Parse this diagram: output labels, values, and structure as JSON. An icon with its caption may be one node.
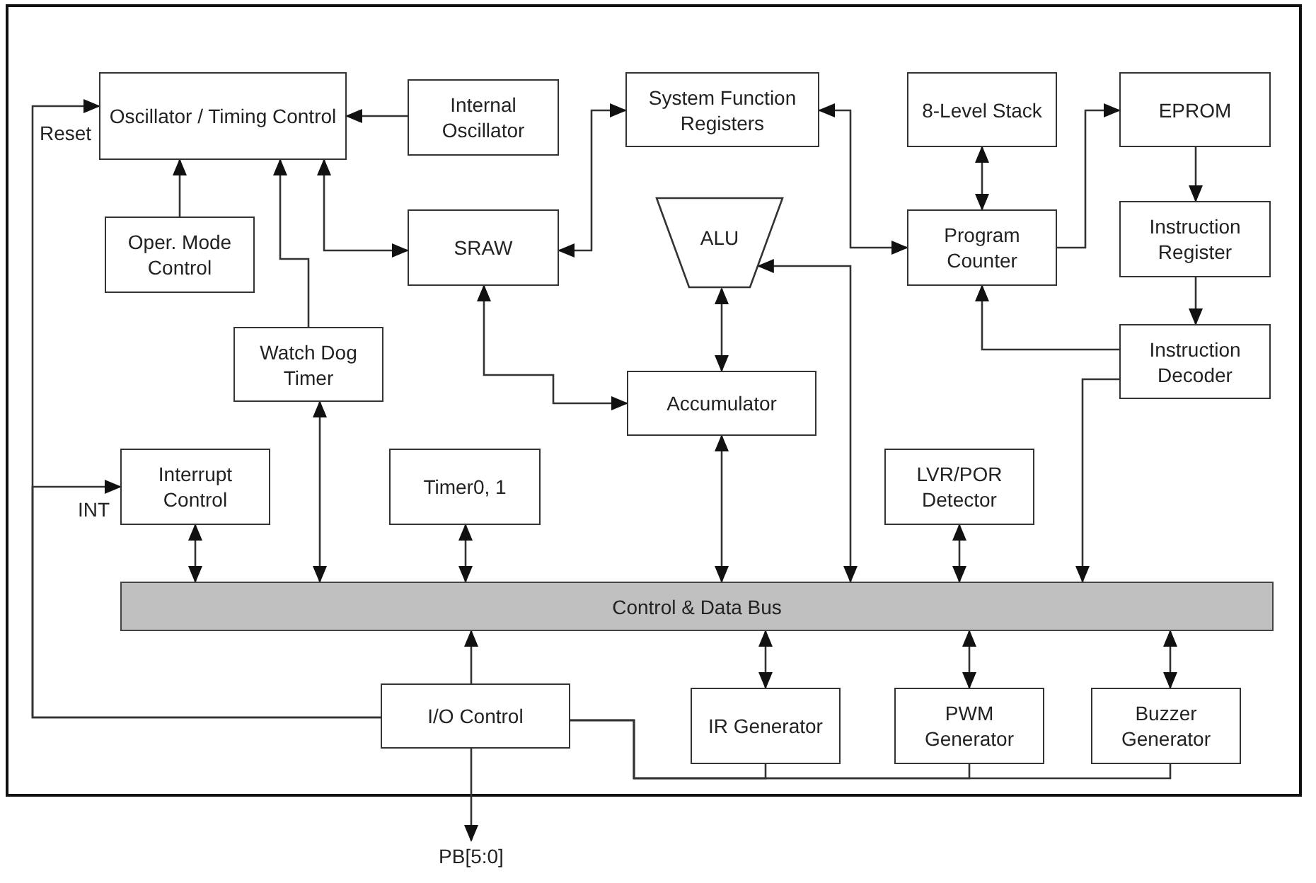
{
  "diagram": {
    "nodes": [
      {
        "text": [
          "Oscillator / Timing Control"
        ]
      },
      {
        "text": [
          "Internal Oscillator"
        ]
      },
      {
        "text": [
          "System Function Registers"
        ]
      },
      {
        "text": [
          "8-Level Stack"
        ]
      },
      {
        "text": [
          "EPROM"
        ]
      },
      {
        "text": [
          "Oper. Mode Control"
        ]
      },
      {
        "text": [
          "SRAW"
        ]
      },
      {
        "text": [
          "ALU"
        ]
      },
      {
        "text": [
          "Program Counter"
        ]
      },
      {
        "text": [
          "Instruction Register"
        ]
      },
      {
        "text": [
          "Watch Dog Timer"
        ]
      },
      {
        "text": [
          "Accumulator"
        ]
      },
      {
        "text": [
          "Instruction Decoder"
        ]
      },
      {
        "text": [
          "Interrupt Control"
        ]
      },
      {
        "text": [
          "Timer0, 1"
        ]
      },
      {
        "text": [
          "LVR/POR Detector"
        ]
      },
      {
        "text": [
          "Control & Data Bus"
        ]
      },
      {
        "text": [
          "I/O Control"
        ]
      },
      {
        "text": [
          "IR Generator"
        ]
      },
      {
        "text": [
          "PWM Generator"
        ]
      },
      {
        "text": [
          "Buzzer Generator"
        ]
      },
      {
        "text": [
          "PB[5:0]"
        ]
      }
    ],
    "edges": [
      {
        "from": 5,
        "to": 0,
        "arrow": "to"
      },
      {
        "from": 1,
        "to": 0,
        "arrow": "to"
      },
      {
        "from": 10,
        "to": 0,
        "arrow": "to"
      },
      {
        "from": 0,
        "to": 6,
        "arrow": "both"
      },
      {
        "from": 6,
        "to": 2,
        "arrow": "both"
      },
      {
        "from": 2,
        "to": 8,
        "arrow": "both"
      },
      {
        "from": 3,
        "to": 8,
        "arrow": "both"
      },
      {
        "from": 8,
        "to": 4,
        "arrow": "to"
      },
      {
        "from": 4,
        "to": 9,
        "arrow": "to"
      },
      {
        "from": 9,
        "to": 12,
        "arrow": "to"
      },
      {
        "from": 12,
        "to": 8,
        "arrow": "to"
      },
      {
        "from": 7,
        "to": 11,
        "arrow": "both"
      },
      {
        "from": 6,
        "to": 11,
        "arrow": "both"
      },
      {
        "from": 12,
        "to": 16,
        "arrow": "to"
      },
      {
        "from": 16,
        "to": 7,
        "arrow": "both"
      },
      {
        "from": 11,
        "to": 16,
        "arrow": "both"
      },
      {
        "from": 10,
        "to": 16,
        "arrow": "both"
      },
      {
        "from": 13,
        "to": 16,
        "arrow": "both"
      },
      {
        "from": 14,
        "to": 16,
        "arrow": "both"
      },
      {
        "from": 15,
        "to": 16,
        "arrow": "both"
      },
      {
        "from": 17,
        "to": 16,
        "arrow": "to"
      },
      {
        "from": 16,
        "to": 18,
        "arrow": "both"
      },
      {
        "from": 16,
        "to": 19,
        "arrow": "both"
      },
      {
        "from": 16,
        "to": 20,
        "arrow": "both"
      },
      {
        "from": 17,
        "to": 21,
        "arrow": "to"
      },
      {
        "from": 17,
        "to": 0,
        "arrow": "to",
        "label": "Reset"
      },
      {
        "from": 17,
        "to": 13,
        "arrow": "to",
        "label": "INT"
      },
      {
        "from": 17,
        "to": 18,
        "arrow": "none"
      },
      {
        "from": 17,
        "to": 19,
        "arrow": "none"
      },
      {
        "from": 17,
        "to": 20,
        "arrow": "none"
      }
    ]
  }
}
